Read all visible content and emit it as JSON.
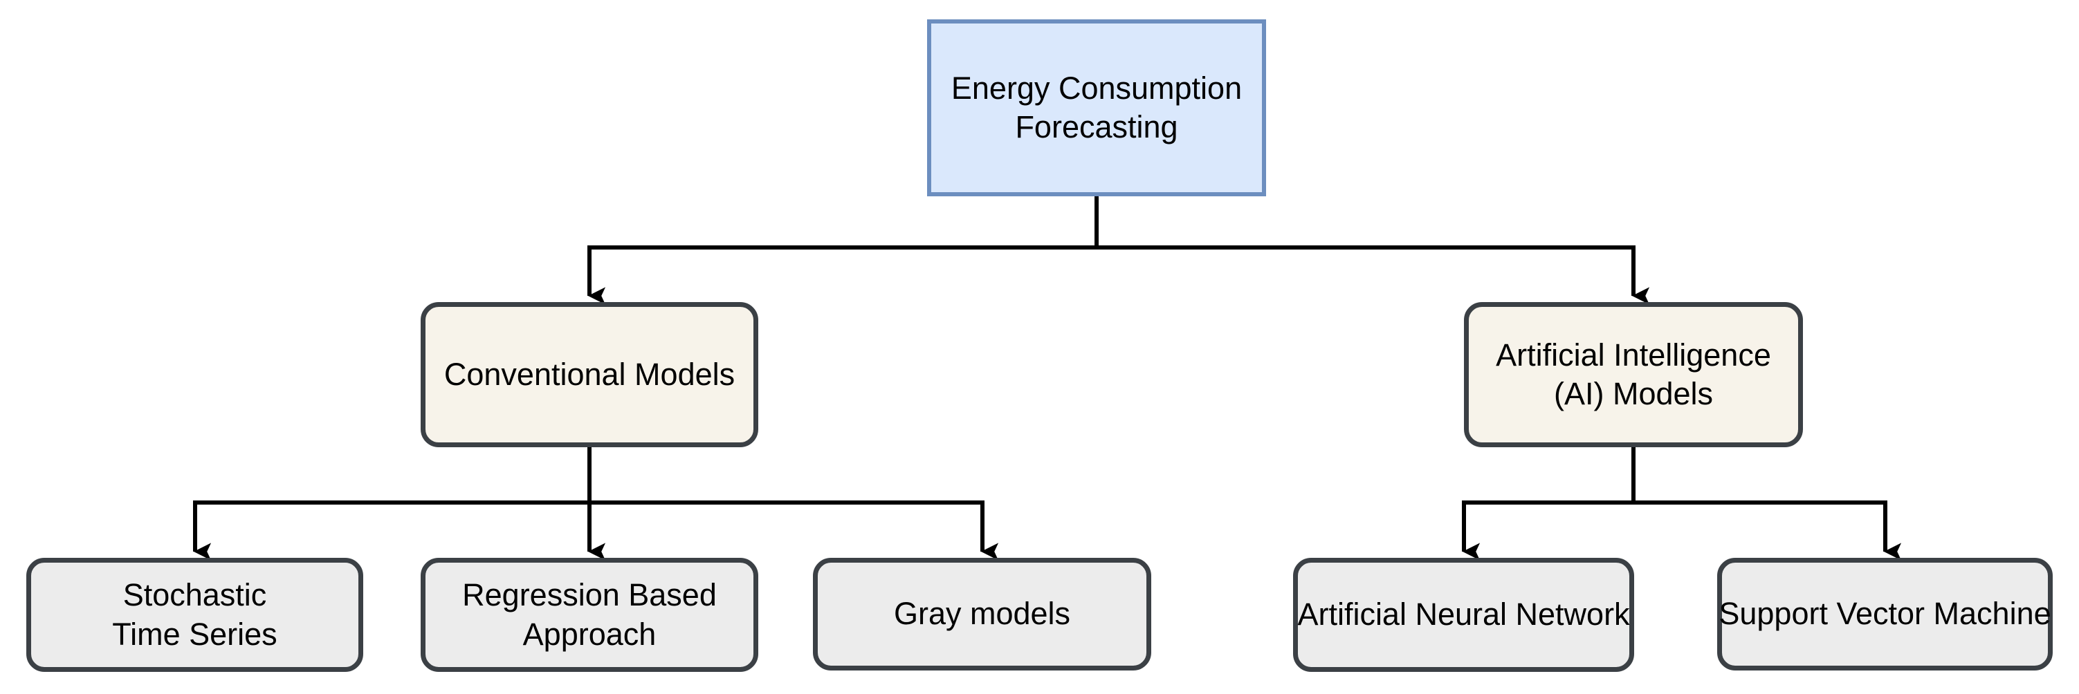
{
  "colors": {
    "background": "#ffffff",
    "root_fill": "#dae8fc",
    "root_stroke": "#6c8ebf",
    "branch_fill": "#f7f3ea",
    "branch_stroke": "#3b4045",
    "leaf_fill": "#ececec",
    "leaf_stroke": "#3b4045",
    "connector": "#000000",
    "text": "#000000"
  },
  "nodes": {
    "root": {
      "label": "Energy Consumption Forecasting",
      "lines": [
        "Energy Consumption",
        "Forecasting"
      ]
    },
    "conventional": {
      "label": "Conventional Models",
      "lines": [
        "Conventional Models"
      ]
    },
    "ai": {
      "label": "Artificial Intelligence (AI) Models",
      "lines": [
        "Artificial Intelligence",
        "(AI) Models"
      ]
    },
    "stochastic": {
      "label": "Stochastic Time Series",
      "lines": [
        "Stochastic",
        "Time Series"
      ]
    },
    "regression": {
      "label": "Regression Based Approach",
      "lines": [
        "Regression Based",
        "Approach"
      ]
    },
    "gray": {
      "label": "Gray models",
      "lines": [
        "Gray models"
      ]
    },
    "ann": {
      "label": "Artificial Neural Network",
      "lines": [
        "Artificial Neural Network"
      ]
    },
    "svm": {
      "label": "Support Vector Machine",
      "lines": [
        "Support Vector Machine"
      ]
    }
  },
  "edges": [
    {
      "from": "root",
      "to": "conventional"
    },
    {
      "from": "root",
      "to": "ai"
    },
    {
      "from": "conventional",
      "to": "stochastic"
    },
    {
      "from": "conventional",
      "to": "regression"
    },
    {
      "from": "conventional",
      "to": "gray"
    },
    {
      "from": "ai",
      "to": "ann"
    },
    {
      "from": "ai",
      "to": "svm"
    }
  ]
}
